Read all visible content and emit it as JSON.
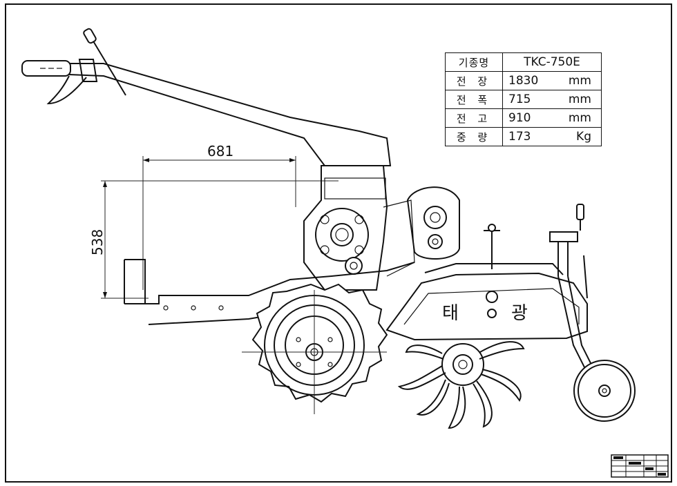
{
  "spec_table": {
    "header": {
      "label": "기종명",
      "value": "TKC-750E"
    },
    "rows": [
      {
        "label": "전 장",
        "value": "1830",
        "unit": "mm"
      },
      {
        "label": "전 폭",
        "value": "715",
        "unit": "mm"
      },
      {
        "label": "전 고",
        "value": "910",
        "unit": "mm"
      },
      {
        "label": "중 량",
        "value": "173",
        "unit": "Kg"
      }
    ]
  },
  "dimensions": {
    "horizontal": "681",
    "vertical": "538"
  },
  "cover_badge": {
    "left_char": "태",
    "right_char": "광"
  }
}
